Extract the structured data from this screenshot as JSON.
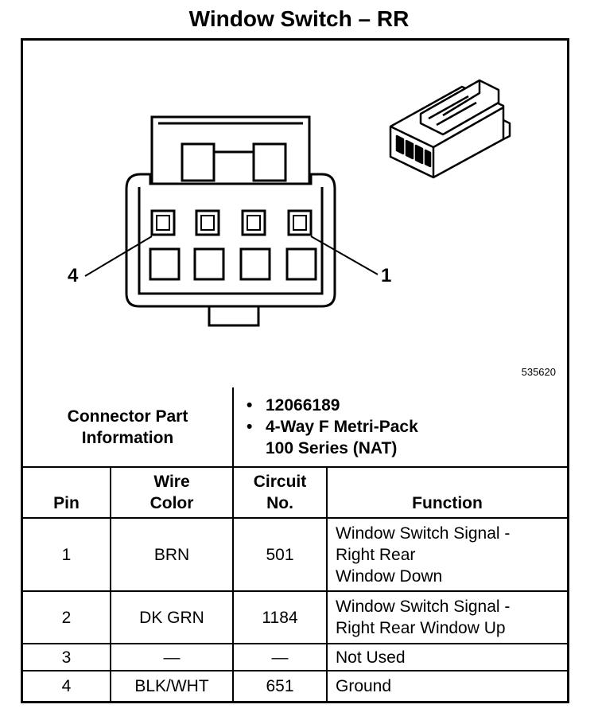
{
  "title": "Window Switch – RR",
  "diagram": {
    "pin_left_label": "4",
    "pin_right_label": "1",
    "figure_id": "535620"
  },
  "connector_info": {
    "label_line1": "Connector Part",
    "label_line2": "Information",
    "part_number": "12066189",
    "description_line1": "4-Way F Metri-Pack",
    "description_line2": "100 Series (NAT)"
  },
  "columns": {
    "pin": "Pin",
    "wire_color_line1": "Wire",
    "wire_color_line2": "Color",
    "circuit_line1": "Circuit",
    "circuit_line2": "No.",
    "function": "Function"
  },
  "rows": [
    {
      "pin": "1",
      "wire_color": "BRN",
      "circuit": "501",
      "function_lines": [
        "Window Switch Signal -",
        "Right Rear",
        "Window Down"
      ]
    },
    {
      "pin": "2",
      "wire_color": "DK GRN",
      "circuit": "1184",
      "function_lines": [
        "Window Switch Signal -",
        "Right Rear Window Up"
      ]
    },
    {
      "pin": "3",
      "wire_color": "—",
      "circuit": "—",
      "function_lines": [
        "Not Used"
      ]
    },
    {
      "pin": "4",
      "wire_color": "BLK/WHT",
      "circuit": "651",
      "function_lines": [
        "Ground"
      ]
    }
  ]
}
